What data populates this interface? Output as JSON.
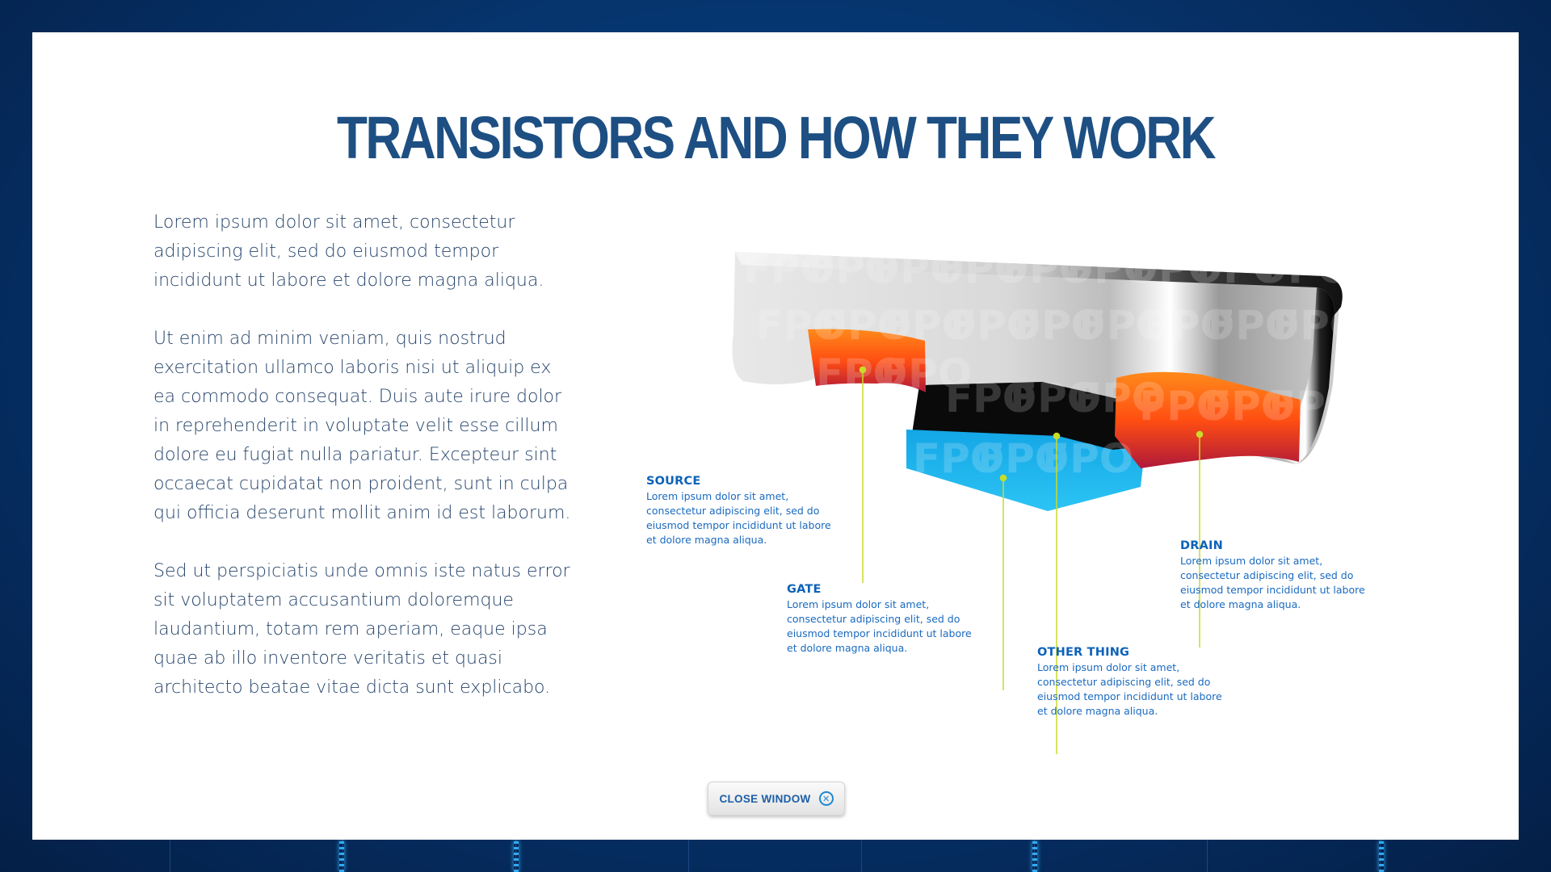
{
  "modal": {
    "title": "TRANSISTORS AND HOW THEY WORK",
    "paragraphs": [
      "Lorem ipsum dolor sit amet, consectetur adipiscing elit, sed do eiusmod tempor incididunt ut labore et dolore magna aliqua.",
      "Ut enim ad minim veniam, quis nostrud exercitation ullamco laboris nisi ut aliquip ex ea commodo consequat. Duis aute irure dolor in reprehenderit in voluptate velit esse cillum dolore eu fugiat nulla pariatur. Excepteur sint occaecat cupidatat non proident, sunt in culpa qui officia deserunt mollit anim id est laborum.",
      "Sed ut perspiciatis unde omnis iste natus error sit voluptatem accusantium doloremque laudantium, totam rem aperiam, eaque ipsa quae ab illo inventore veritatis et quasi architecto beatae vitae dicta sunt explicabo."
    ],
    "callouts": {
      "source": {
        "label": "SOURCE",
        "text": "Lorem ipsum dolor sit amet, consectetur adipiscing elit, sed do eiusmod tempor incididunt ut labore et dolore magna aliqua."
      },
      "gate": {
        "label": "GATE",
        "text": "Lorem ipsum dolor sit amet, consectetur adipiscing elit, sed do eiusmod tempor incididunt ut labore et dolore magna aliqua."
      },
      "other": {
        "label": "OTHER THING",
        "text": "Lorem ipsum dolor sit amet, consectetur adipiscing elit, sed do eiusmod tempor incididunt ut labore et dolore magna aliqua."
      },
      "drain": {
        "label": "DRAIN",
        "text": "Lorem ipsum dolor sit amet, consectetur adipiscing elit, sed do eiusmod tempor incididunt ut labore et dolore magna aliqua."
      }
    },
    "watermark": "FPO",
    "close_label": "CLOSE WINDOW",
    "close_icon": "close-circle-icon"
  },
  "colors": {
    "title": "#1d4f83",
    "callout_heading": "#0d62b8",
    "leader_line": "#c8dc28",
    "source_drain": "#ff5a10",
    "channel": "#1ab8ee",
    "gate": "#0a0a0a"
  }
}
